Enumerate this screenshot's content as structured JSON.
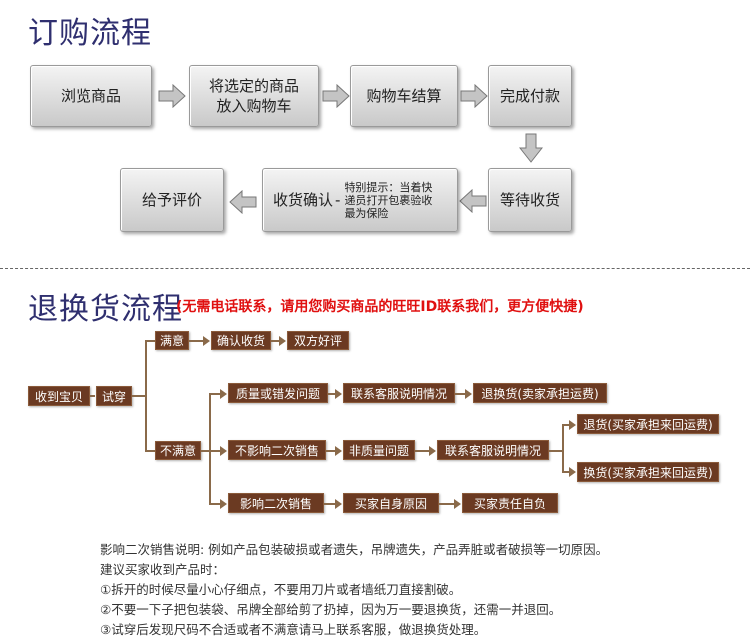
{
  "order": {
    "title": "订购流程",
    "steps": {
      "browse": "浏览商品",
      "add_cart_line1": "将选定的商品",
      "add_cart_line2": "放入购物车",
      "checkout": "购物车结算",
      "pay": "完成付款",
      "wait": "等待收货",
      "confirm": "收货确认",
      "confirm_dash": "-",
      "tip_line1": "特别提示：当着快",
      "tip_line2": "递员打开包裹验收",
      "tip_line3": "最为保险",
      "review": "给予评价"
    }
  },
  "returns": {
    "title": "退换货流程",
    "note": "(无需电话联系，请用您购买商品的旺旺ID联系我们，更方便快捷)",
    "nodes": {
      "received": "收到宝贝",
      "try": "试穿",
      "satisfied": "满意",
      "confirm_receipt": "确认收货",
      "good_review": "双方好评",
      "not_satisfied": "不满意",
      "quality_issue": "质量或错发问题",
      "contact_service_1": "联系客服说明情况",
      "return_exchange_seller": "退换货(卖家承担运费)",
      "no_resale_effect": "不影响二次销售",
      "non_quality": "非质量问题",
      "contact_service_2": "联系客服说明情况",
      "return_buyer": "退货(买家承担来回运费)",
      "exchange_buyer": "换货(买家承担来回运费)",
      "affects_resale": "影响二次销售",
      "buyer_reason": "买家自身原因",
      "buyer_responsible": "买家责任自负"
    }
  },
  "notes": {
    "line1": "影响二次销售说明: 例如产品包装破损或者遗失，吊牌遗失，产品弄脏或者破损等一切原因。",
    "line2": "建议买家收到产品时：",
    "line3": "①拆开的时候尽量小心仔细点，不要用刀片或者墙纸刀直接割破。",
    "line4": "②不要一下子把包装袋、吊牌全部给剪了扔掉，因为万一要退换货，还需一并退回。",
    "line5": "③试穿后发现尺码不合适或者不满意请马上联系客服，做退换货处理。"
  },
  "colors": {
    "title": "#2f2f6f",
    "note_red": "#e01010",
    "box_brown": "#6b3a22",
    "connector": "#8a6a4a"
  }
}
